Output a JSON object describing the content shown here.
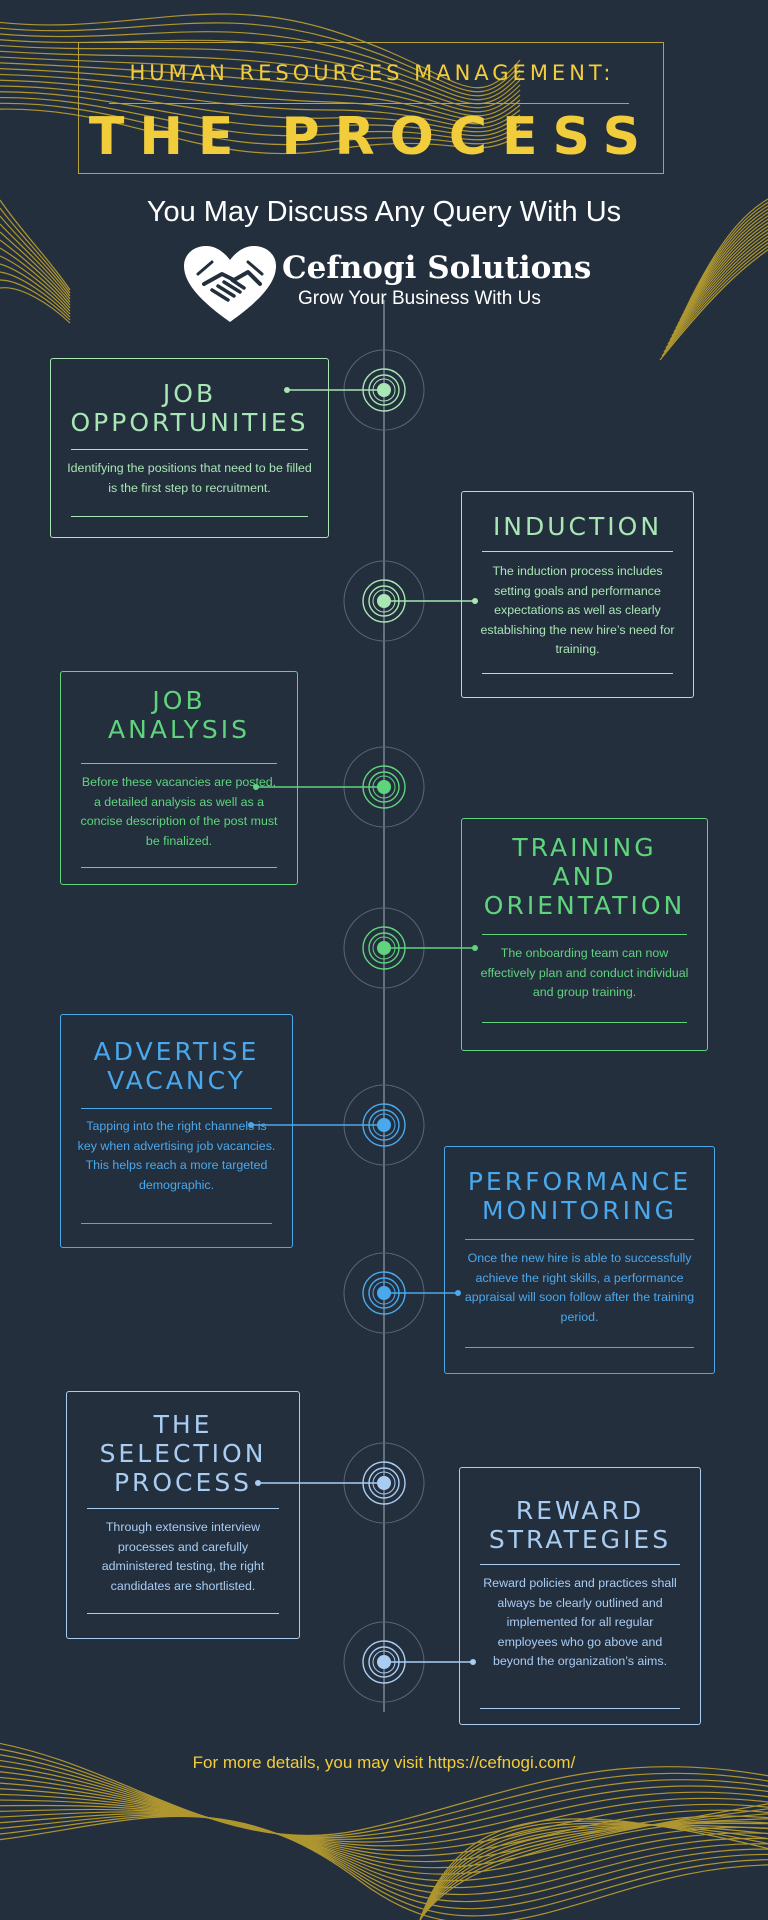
{
  "header": {
    "title_small": "HUMAN RESOURCES MANAGEMENT:",
    "title_big": "THE PROCESS",
    "subheading": "You May Discuss Any Query With Us"
  },
  "logo": {
    "name": "Cefnogi Solutions",
    "tagline": "Grow Your Business With Us",
    "icon": "handshake-heart-icon"
  },
  "steps": [
    {
      "title": "JOB\nOPPORTUNITIES",
      "desc": "Identifying the positions that need to be filled is the first step to recruitment."
    },
    {
      "title": "INDUCTION",
      "desc": "The induction process includes setting goals and performance expectations as well as clearly establishing the new hire’s need for training."
    },
    {
      "title": "JOB\nANALYSIS",
      "desc": "Before these vacancies are posted, a detailed analysis as well as a concise description of the post must be finalized."
    },
    {
      "title": "TRAINING\nAND\nORIENTATION",
      "desc": "The onboarding team can now effectively plan and conduct individual and group training."
    },
    {
      "title": "ADVERTISE\nVACANCY",
      "desc": "Tapping into the right channels is key when advertising job vacancies. This helps reach a more targeted demographic."
    },
    {
      "title": "PERFORMANCE\nMONITORING",
      "desc": "Once the new hire is able to successfully achieve the right skills, a performance appraisal will soon follow after the training period."
    },
    {
      "title": "THE\nSELECTION\nPROCESS",
      "desc": "Through extensive interview processes and carefully administered testing, the right candidates are shortlisted."
    },
    {
      "title": "REWARD\nSTRATEGIES",
      "desc": "Reward policies and practices shall always be clearly outlined and implemented for all regular employees who go above and beyond the organization’s aims."
    }
  ],
  "footer": "For more details, you may visit https://cefnogi.com/",
  "colors": {
    "background": "#242f3e",
    "accent_gold": "#f2cd3b",
    "mint": "#a8e6b4",
    "green": "#5fd47c",
    "blue": "#4aa8ec",
    "light_blue": "#a9cdf2"
  }
}
